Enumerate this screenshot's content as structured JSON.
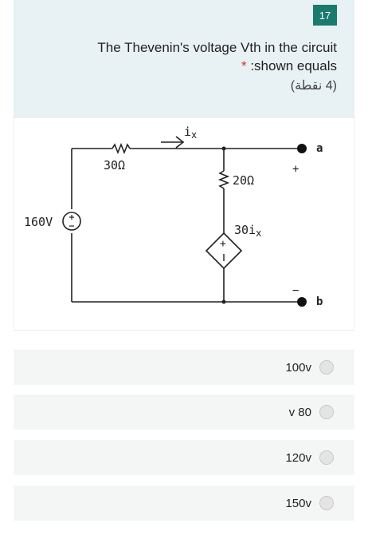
{
  "question": {
    "number": "17",
    "title": "The Thevenin's voltage Vth in the circuit",
    "required_marker": "*",
    "title_line2": ":shown equals",
    "points": "(4 نقطة)"
  },
  "circuit": {
    "current_label": "i",
    "current_sub": "x",
    "r1_label": "30Ω",
    "r2_label": "20Ω",
    "source_label": "160V",
    "dependent_label": "30i",
    "dependent_sub": "x",
    "node_a": "a",
    "node_b": "b",
    "plus": "+",
    "minus": "−"
  },
  "options": [
    {
      "label": "100v"
    },
    {
      "label": "v 80"
    },
    {
      "label": "120v"
    },
    {
      "label": "150v"
    }
  ]
}
